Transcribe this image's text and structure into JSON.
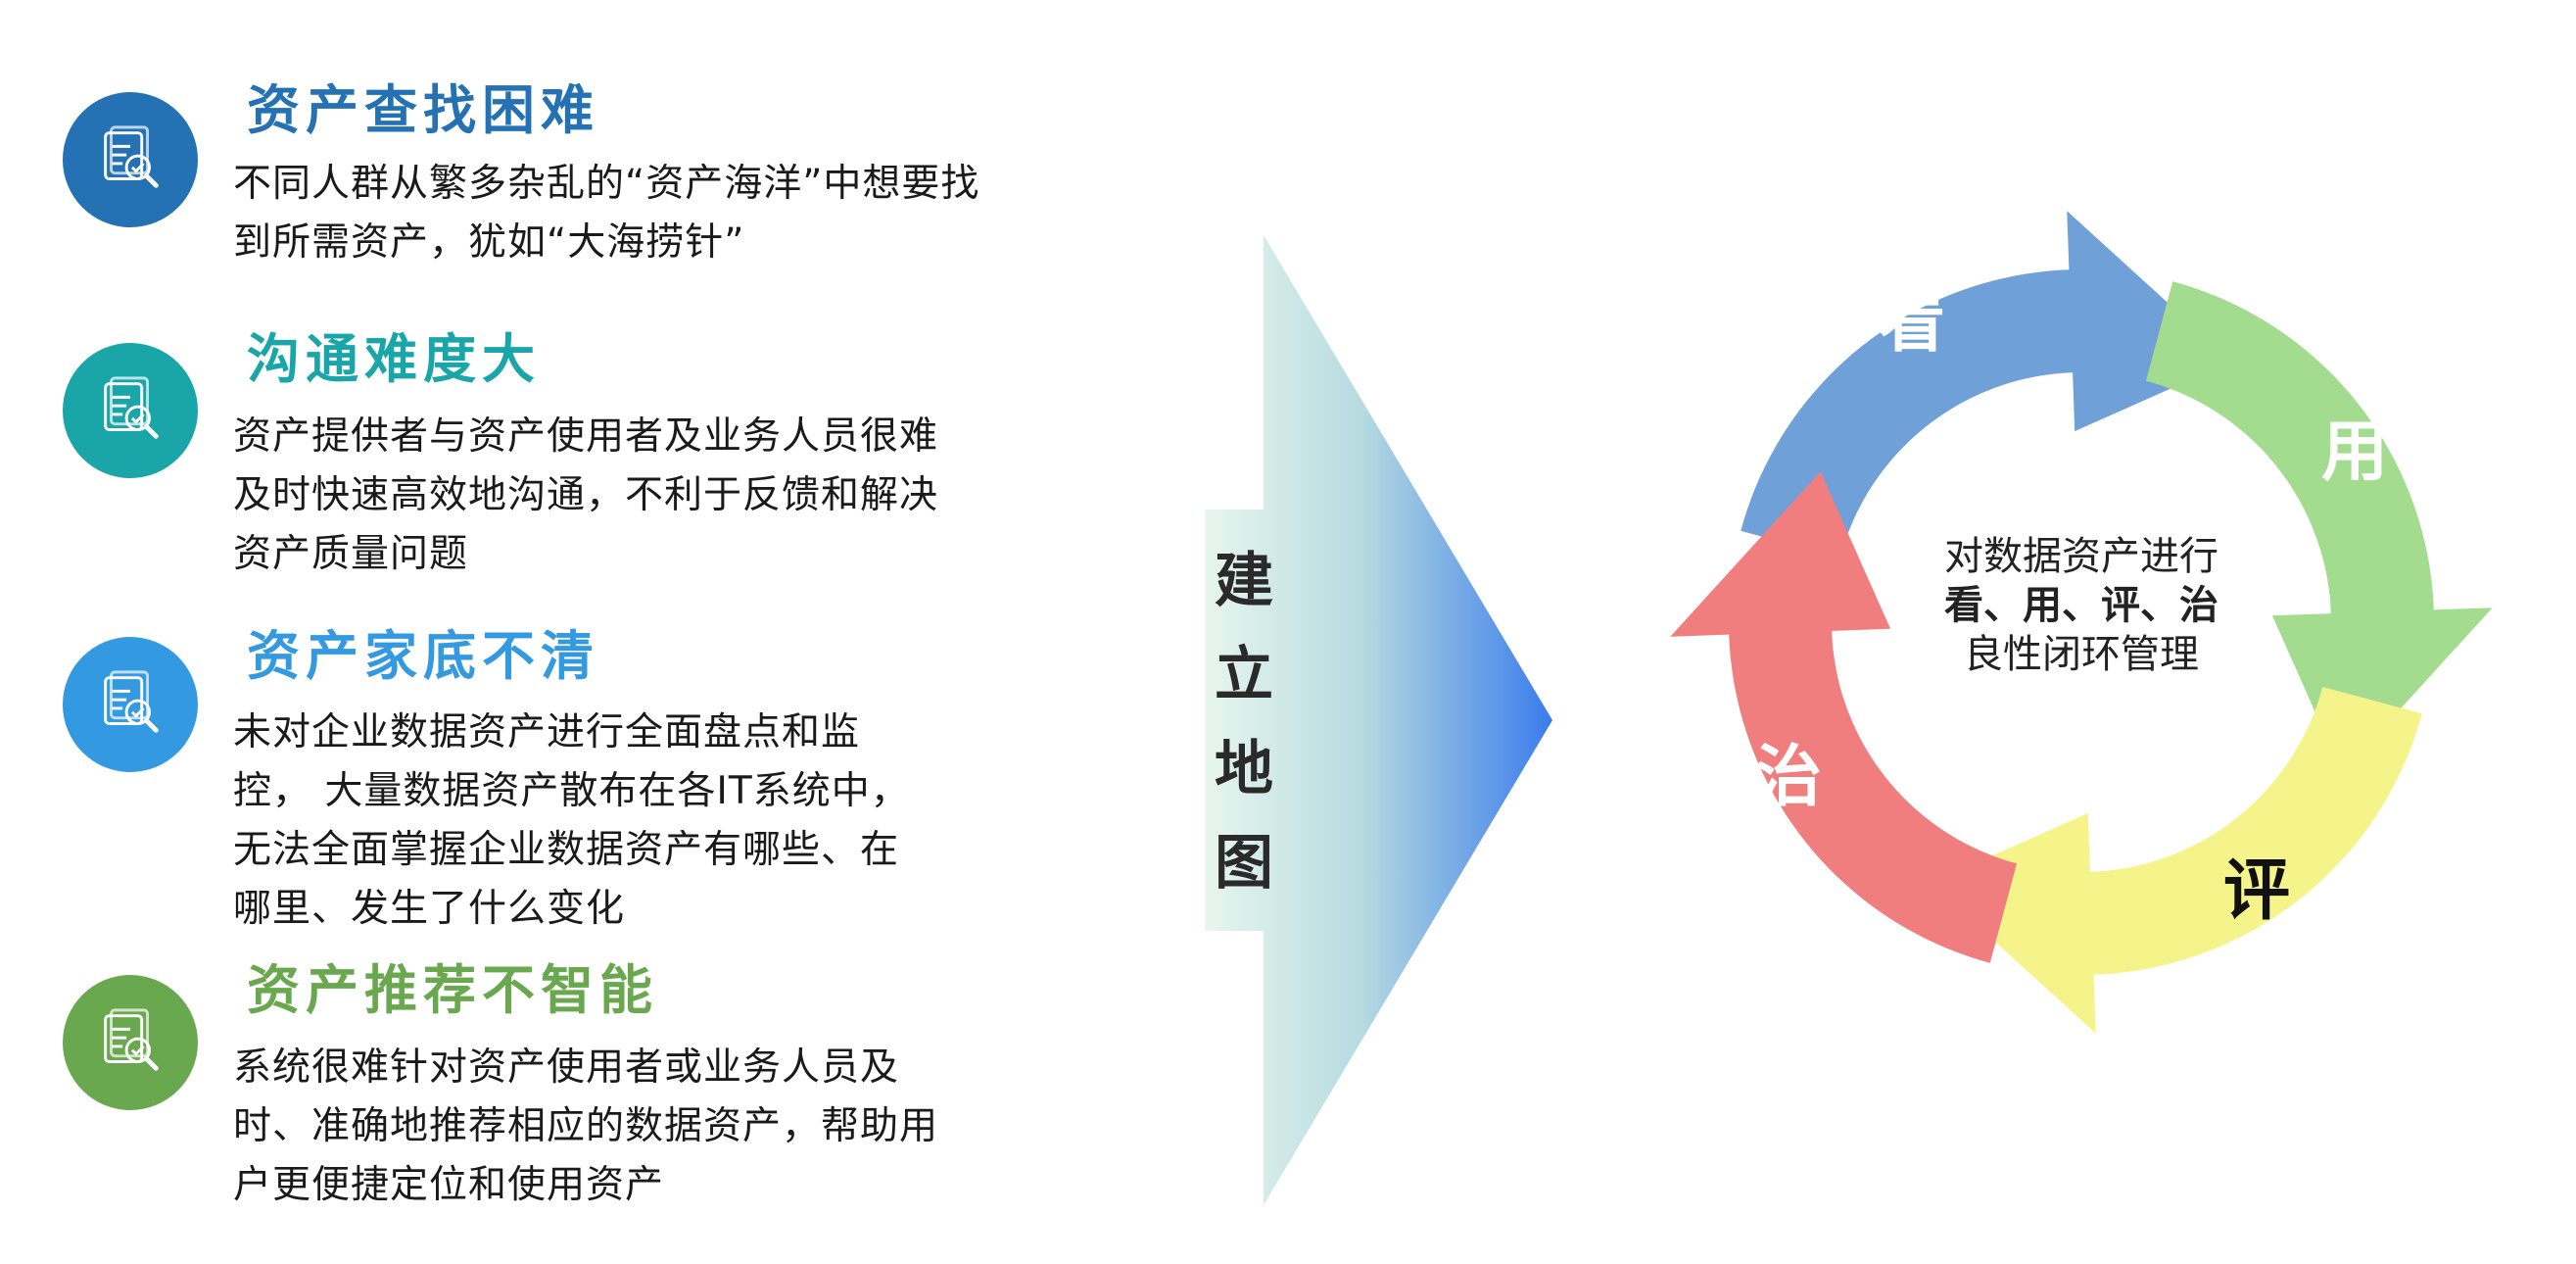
{
  "cards": [
    {
      "title": "资产查找困难",
      "lines": [
        "不同人群从繁多杂乱的“资产海洋”中想要找",
        "到所需资产，犹如“大海捞针”"
      ],
      "color": "#2471b3",
      "icon": "document-search-icon"
    },
    {
      "title": "沟通难度大",
      "lines": [
        "资产提供者与资产使用者及业务人员很难",
        "及时快速高效地沟通，不利于反馈和解决",
        "资产质量问题"
      ],
      "color": "#1aa5a8",
      "icon": "document-search-icon"
    },
    {
      "title": "资产家底不清",
      "lines": [
        "未对企业数据资产进行全面盘点和监",
        "控， 大量数据资产散布在各IT系统中，",
        "无法全面掌握企业数据资产有哪些、在",
        "哪里、发生了什么变化"
      ],
      "color": "#3399e0",
      "icon": "document-search-icon"
    },
    {
      "title": "资产推荐不智能",
      "lines": [
        "系统很难针对资产使用者或业务人员及",
        "时、准确地推荐相应的数据资产，帮助用",
        "户更便捷定位和使用资产"
      ],
      "color": "#6aa84f",
      "icon": "document-search-icon"
    }
  ],
  "arrow": {
    "chars": [
      "建",
      "立",
      "地",
      "图"
    ]
  },
  "cycle": {
    "segments": [
      {
        "label": "看",
        "color": "#6fa0d8",
        "text_color": "#ffffff"
      },
      {
        "label": "用",
        "color": "#a3dc8e",
        "text_color": "#ffffff"
      },
      {
        "label": "评",
        "color": "#f5f48a",
        "text_color": "#111111"
      },
      {
        "label": "治",
        "color": "#f17e7e",
        "text_color": "#ffffff"
      }
    ],
    "center": {
      "line1": "对数据资产进行",
      "line2": "看、用、评、治",
      "line3": "良性闭环管理"
    }
  }
}
